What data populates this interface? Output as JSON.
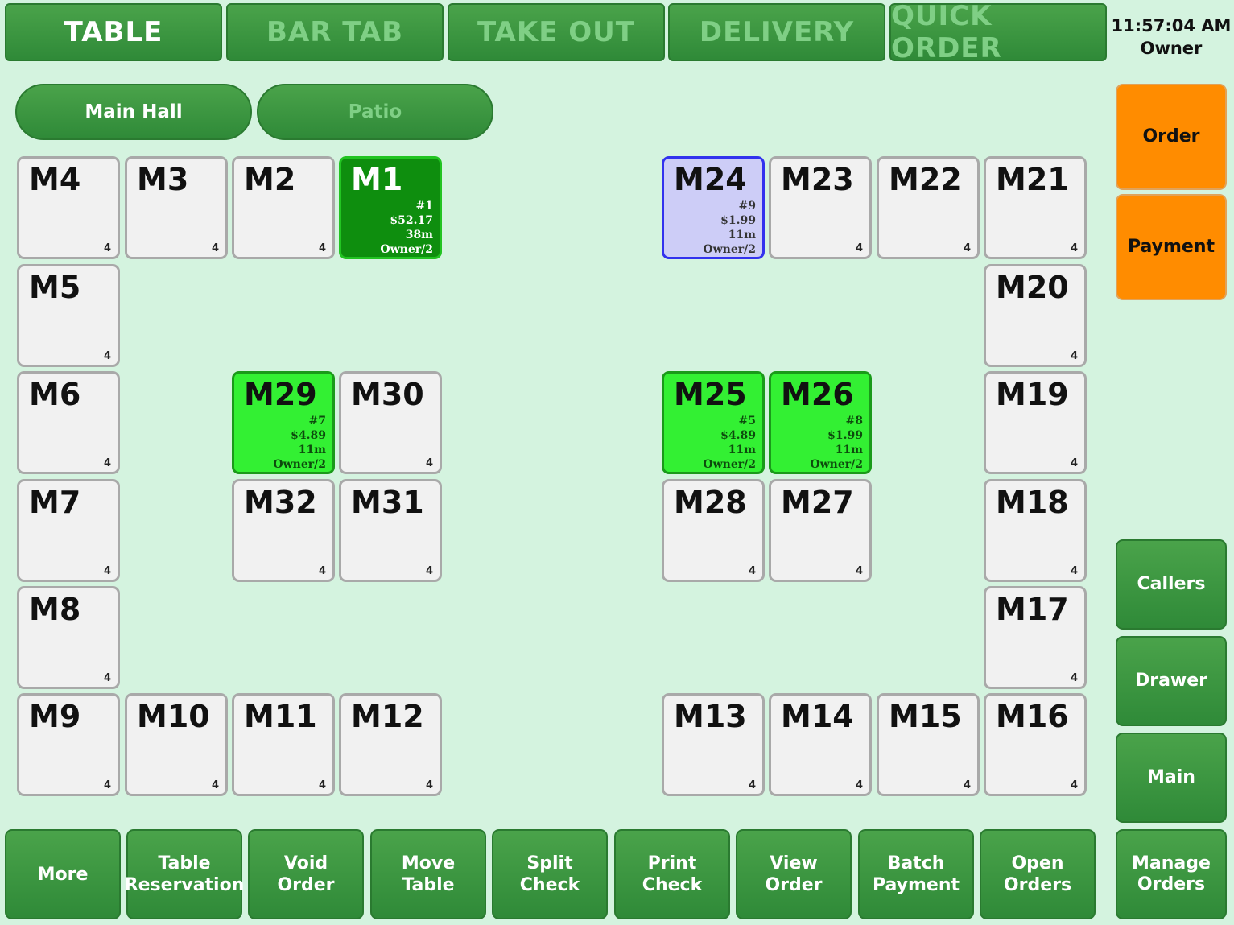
{
  "header": {
    "tabs": [
      {
        "label": "TABLE",
        "active": true
      },
      {
        "label": "BAR TAB",
        "active": false
      },
      {
        "label": "TAKE OUT",
        "active": false
      },
      {
        "label": "DELIVERY",
        "active": false
      },
      {
        "label": "QUICK ORDER",
        "active": false
      }
    ],
    "time": "11:57:04 AM",
    "user": "Owner"
  },
  "rooms": [
    {
      "label": "Main Hall",
      "active": true
    },
    {
      "label": "Patio",
      "active": false
    }
  ],
  "tables": [
    {
      "id": "m4",
      "name": "M4",
      "seats": "4"
    },
    {
      "id": "m3",
      "name": "M3",
      "seats": "4"
    },
    {
      "id": "m2",
      "name": "M2",
      "seats": "4"
    },
    {
      "id": "m1",
      "name": "M1",
      "order": "#1",
      "amount": "$52.17",
      "elapsed": "38m",
      "server": "Owner/2"
    },
    {
      "id": "m24",
      "name": "M24",
      "order": "#9",
      "amount": "$1.99",
      "elapsed": "11m",
      "server": "Owner/2"
    },
    {
      "id": "m23",
      "name": "M23",
      "seats": "4"
    },
    {
      "id": "m22",
      "name": "M22",
      "seats": "4"
    },
    {
      "id": "m21",
      "name": "M21",
      "seats": "4"
    },
    {
      "id": "m5",
      "name": "M5",
      "seats": "4"
    },
    {
      "id": "m20",
      "name": "M20",
      "seats": "4"
    },
    {
      "id": "m6",
      "name": "M6",
      "seats": "4"
    },
    {
      "id": "m29",
      "name": "M29",
      "order": "#7",
      "amount": "$4.89",
      "elapsed": "11m",
      "server": "Owner/2"
    },
    {
      "id": "m30",
      "name": "M30",
      "seats": "4"
    },
    {
      "id": "m25",
      "name": "M25",
      "order": "#5",
      "amount": "$4.89",
      "elapsed": "11m",
      "server": "Owner/2"
    },
    {
      "id": "m26",
      "name": "M26",
      "order": "#8",
      "amount": "$1.99",
      "elapsed": "11m",
      "server": "Owner/2"
    },
    {
      "id": "m19",
      "name": "M19",
      "seats": "4"
    },
    {
      "id": "m7",
      "name": "M7",
      "seats": "4"
    },
    {
      "id": "m32",
      "name": "M32",
      "seats": "4"
    },
    {
      "id": "m31",
      "name": "M31",
      "seats": "4"
    },
    {
      "id": "m28",
      "name": "M28",
      "seats": "4"
    },
    {
      "id": "m27",
      "name": "M27",
      "seats": "4"
    },
    {
      "id": "m18",
      "name": "M18",
      "seats": "4"
    },
    {
      "id": "m8",
      "name": "M8",
      "seats": "4"
    },
    {
      "id": "m17",
      "name": "M17",
      "seats": "4"
    },
    {
      "id": "m9",
      "name": "M9",
      "seats": "4"
    },
    {
      "id": "m10",
      "name": "M10",
      "seats": "4"
    },
    {
      "id": "m11",
      "name": "M11",
      "seats": "4"
    },
    {
      "id": "m12",
      "name": "M12",
      "seats": "4"
    },
    {
      "id": "m13",
      "name": "M13",
      "seats": "4"
    },
    {
      "id": "m14",
      "name": "M14",
      "seats": "4"
    },
    {
      "id": "m15",
      "name": "M15",
      "seats": "4"
    },
    {
      "id": "m16",
      "name": "M16",
      "seats": "4"
    }
  ],
  "side": {
    "order": "Order",
    "payment": "Payment",
    "callers": "Callers",
    "drawer": "Drawer",
    "main": "Main",
    "manage_orders": "Manage\nOrders"
  },
  "bottom": [
    "More",
    "Table\nReservation",
    "Void\nOrder",
    "Move\nTable",
    "Split\nCheck",
    "Print\nCheck",
    "View\nOrder",
    "Batch\nPayment",
    "Open\nOrders"
  ],
  "colors": {
    "background": "#d4f3df",
    "button_green": "#3a9642",
    "occupied_dark": "#0e8e0e",
    "occupied_light": "#33f033",
    "occupied_blue": "#cdcdf7",
    "accent_orange": "#ff8c00"
  }
}
